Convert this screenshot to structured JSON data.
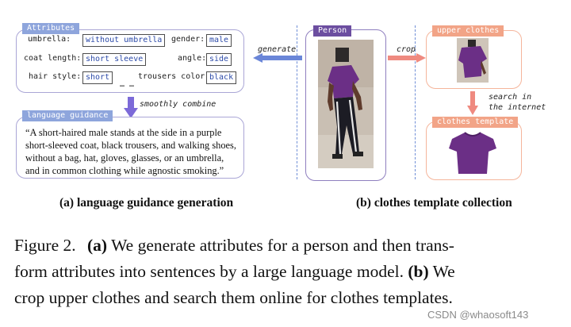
{
  "figure": {
    "attributes_tag": "Attributes",
    "attributes": [
      {
        "label": "umbrella:",
        "value": "without umbrella"
      },
      {
        "label": "gender:",
        "value": "male"
      },
      {
        "label": "coat length:",
        "value": "short sleeve"
      },
      {
        "label": "angle:",
        "value": "side"
      },
      {
        "label": "hair style:",
        "value": "short"
      },
      {
        "label": "trousers color:",
        "value": "black"
      }
    ],
    "ellipsis": "…  …",
    "smoothly_combine": "smoothly combine",
    "language_guidance_tag": "language guidance",
    "language_guidance_lines": [
      "“A short-haired male stands at the side in a purple",
      "short-sleeved coat, black trousers, and walking shoes,",
      "without a bag, hat, gloves, glasses, or an umbrella,",
      "and in common clothing while agnostic smoking.”"
    ],
    "generate": "generate",
    "person_tag": "Person",
    "crop": "crop",
    "upper_clothes_tag": "upper clothes",
    "search_lines": [
      "search in",
      "the internet"
    ],
    "clothes_template_tag": "clothes template",
    "sub_caption_a": "(a) language guidance generation",
    "sub_caption_b": "(b) clothes template collection"
  },
  "caption": {
    "label": "Figure 2.",
    "part_a_marker": "(a)",
    "part_a_text": " We generate attributes for a person and then trans-",
    "line2_text": "form attributes into sentences by a large language model. ",
    "part_b_marker": "(b)",
    "part_b_text": " We",
    "line3_text": "crop upper clothes and search them online for clothes templates."
  },
  "watermark": "CSDN @whaosoft143",
  "colors": {
    "attribute_border": "#aaa6d6",
    "tag_blue": "#8ea5dc",
    "tag_purple": "#6c4ea0",
    "tag_orange": "#f2a487",
    "arrow_blue": "#6a86d8",
    "arrow_purple": "#7c6ad8",
    "arrow_salmon": "#ef8a80",
    "shirt_purple": "#6b2f86"
  }
}
